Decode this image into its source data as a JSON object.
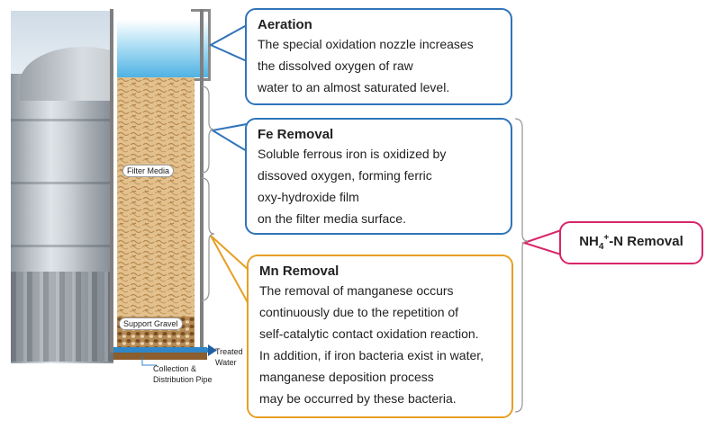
{
  "colors": {
    "aeration_border": "#2f74b9",
    "fe_border": "#2f74b9",
    "mn_border": "#e6a024",
    "nh_border": "#d8256a",
    "water": "#4fb2e3",
    "pipe": "#2f86c8",
    "media": "#d8b27c",
    "gravel": "#a7783f"
  },
  "labels": {
    "filter_media": "Filter Media",
    "support_gravel": "Support Gravel",
    "treated_water_1": "Treated",
    "treated_water_2": "Water",
    "collection_1": "Collection &",
    "collection_2": "Distribution Pipe"
  },
  "aeration": {
    "title": "Aeration",
    "lines": [
      "The special oxidation nozzle increases",
      "the dissolved oxygen of raw",
      "water to an almost saturated level."
    ]
  },
  "fe": {
    "title": "Fe Removal",
    "lines": [
      "Soluble ferrous iron is oxidized by",
      "dissoved oxygen, forming ferric",
      "oxy-hydroxide film",
      "on the filter media surface."
    ]
  },
  "mn": {
    "title": "Mn Removal",
    "lines": [
      "The removal of manganese occurs",
      "continuously due to the repetition of",
      "self-catalytic contact oxidation reaction.",
      "In addition, if iron bacteria exist in water,",
      "manganese deposition process",
      "may be occurred by these bacteria."
    ]
  },
  "nh": {
    "prefix": "NH",
    "sub": "4",
    "sup": "+",
    "suffix": "-N Removal"
  }
}
